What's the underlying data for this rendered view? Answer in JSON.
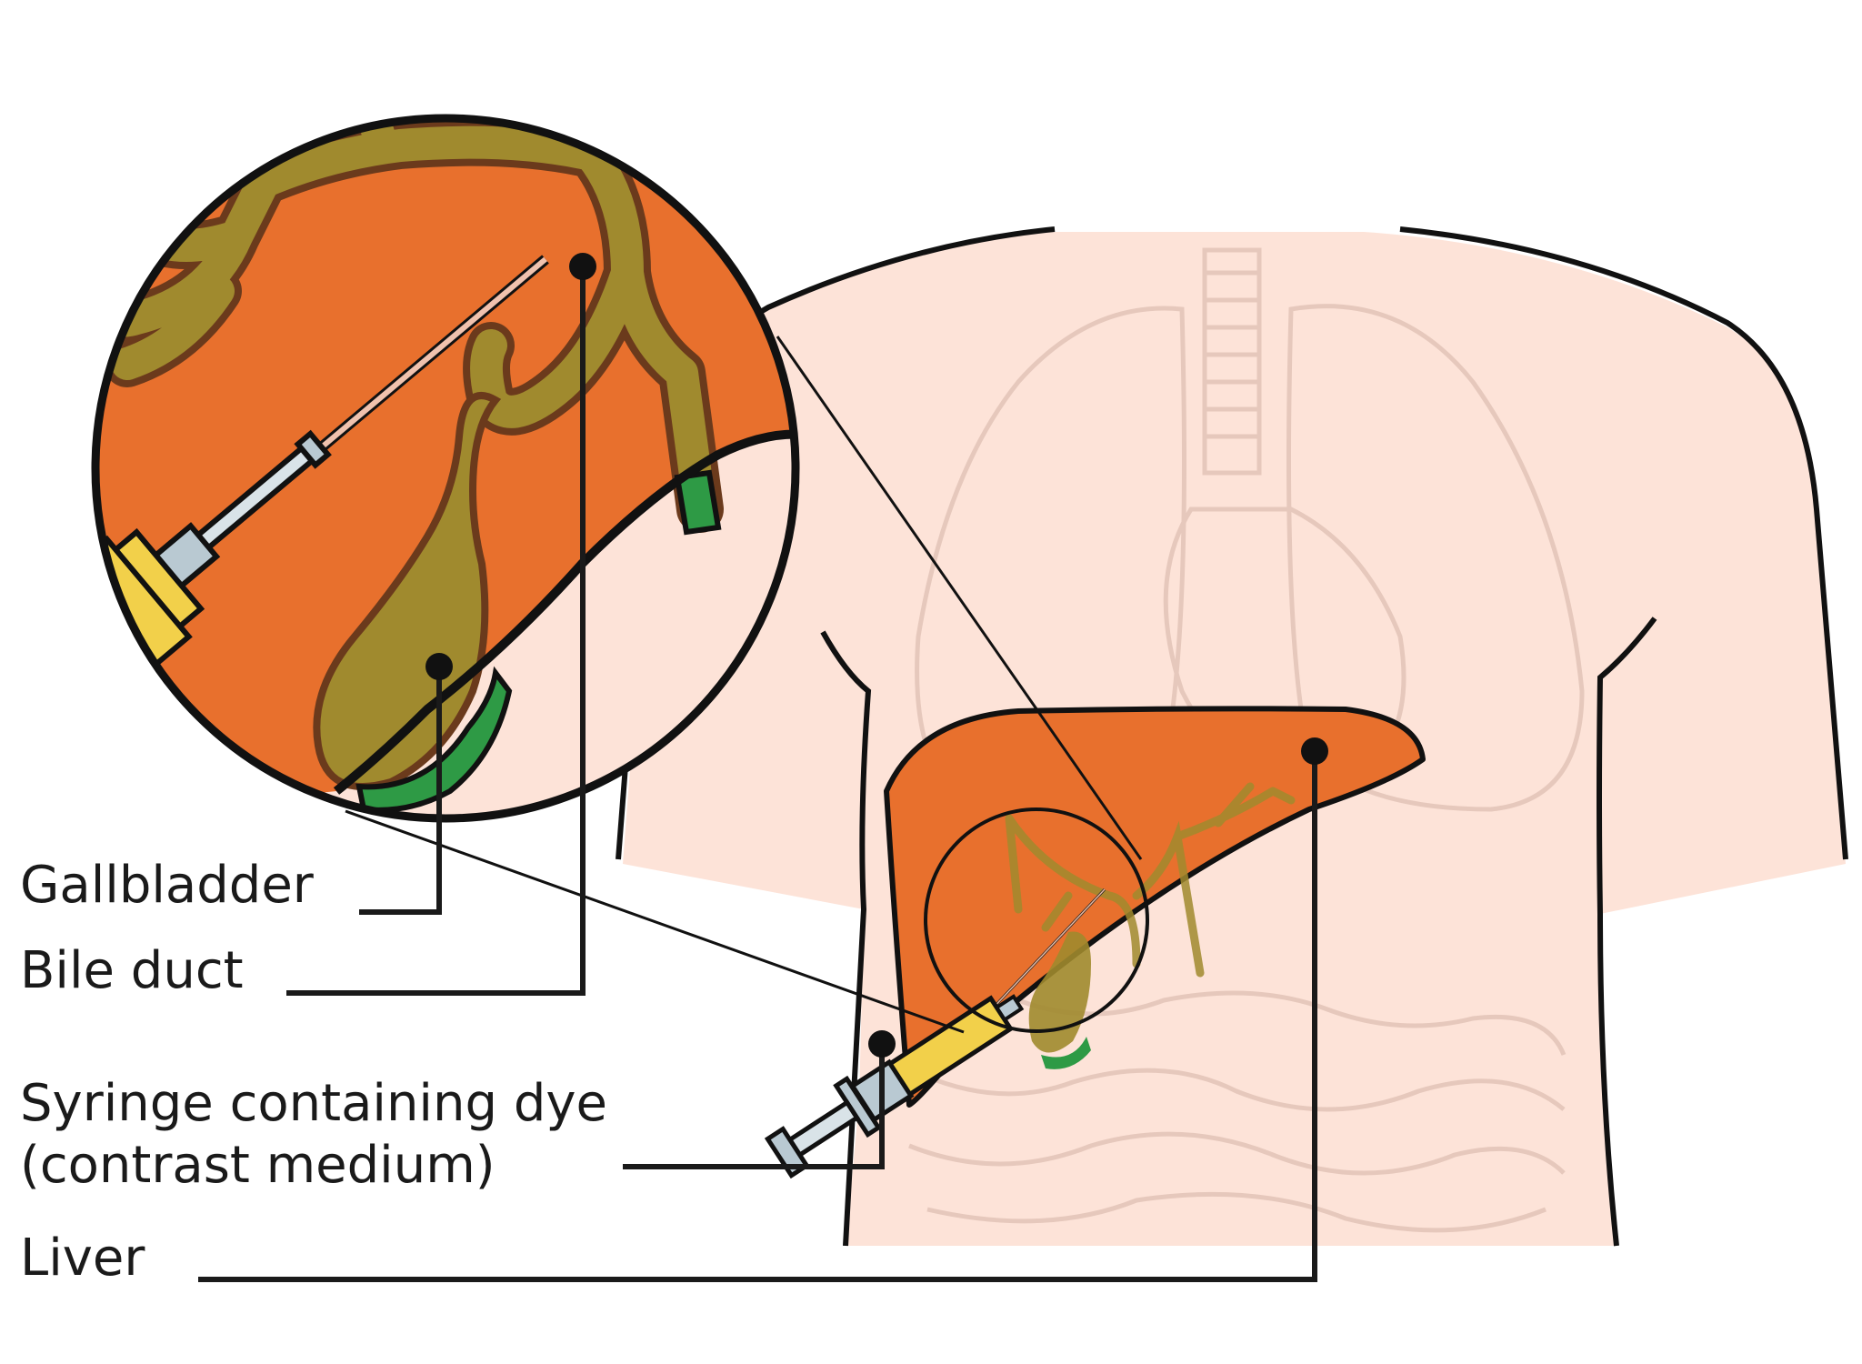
{
  "labels": {
    "gallbladder": "Gallbladder",
    "bile_duct": "Bile duct",
    "syringe_line1": "Syringe containing dye",
    "syringe_line2": "(contrast medium)",
    "liver": "Liver"
  },
  "colors": {
    "body": "#fde3d8",
    "organ_ghost": "#e8cfc4",
    "liver": "#e8702d",
    "bile": "#a08a2e",
    "bile_outline": "#6b3a1c",
    "gallbladder_green": "#2e9a45",
    "outline": "#111111",
    "syringe_dye": "#f2d04a",
    "syringe_barrel": "#b9c9d2"
  }
}
